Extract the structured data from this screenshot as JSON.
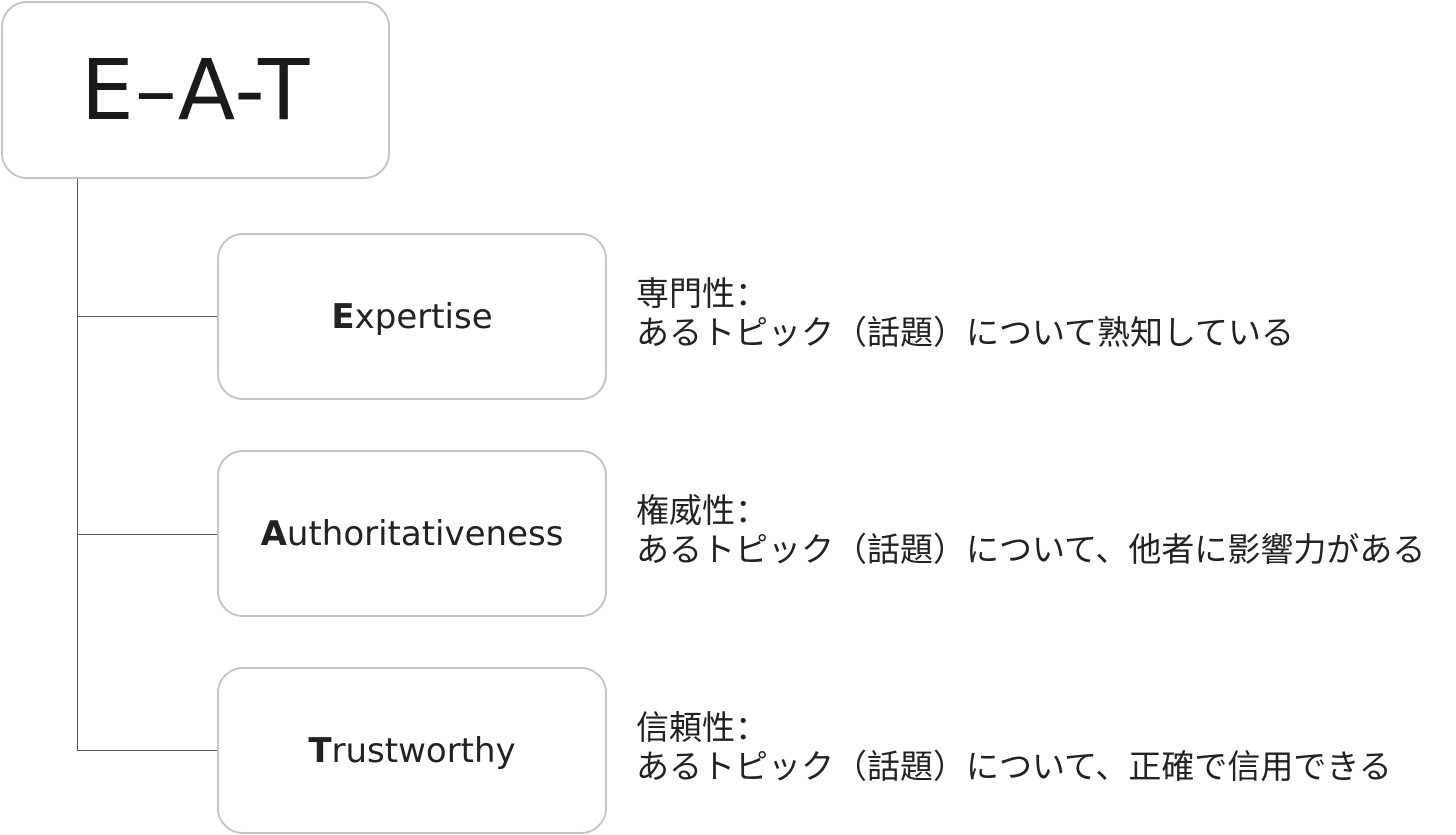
{
  "root": {
    "label": "E–A-T"
  },
  "items": [
    {
      "initial": "E",
      "rest": "xpertise",
      "heading": "専門性：",
      "description": "あるトピック（話題）について熟知している"
    },
    {
      "initial": "A",
      "rest": "uthoritativeness",
      "heading": "権威性：",
      "description": "あるトピック（話題）について、他者に影響力がある"
    },
    {
      "initial": "T",
      "rest": "rustworthy",
      "heading": "信頼性：",
      "description": "あるトピック（話題）について、正確で信用できる"
    }
  ]
}
